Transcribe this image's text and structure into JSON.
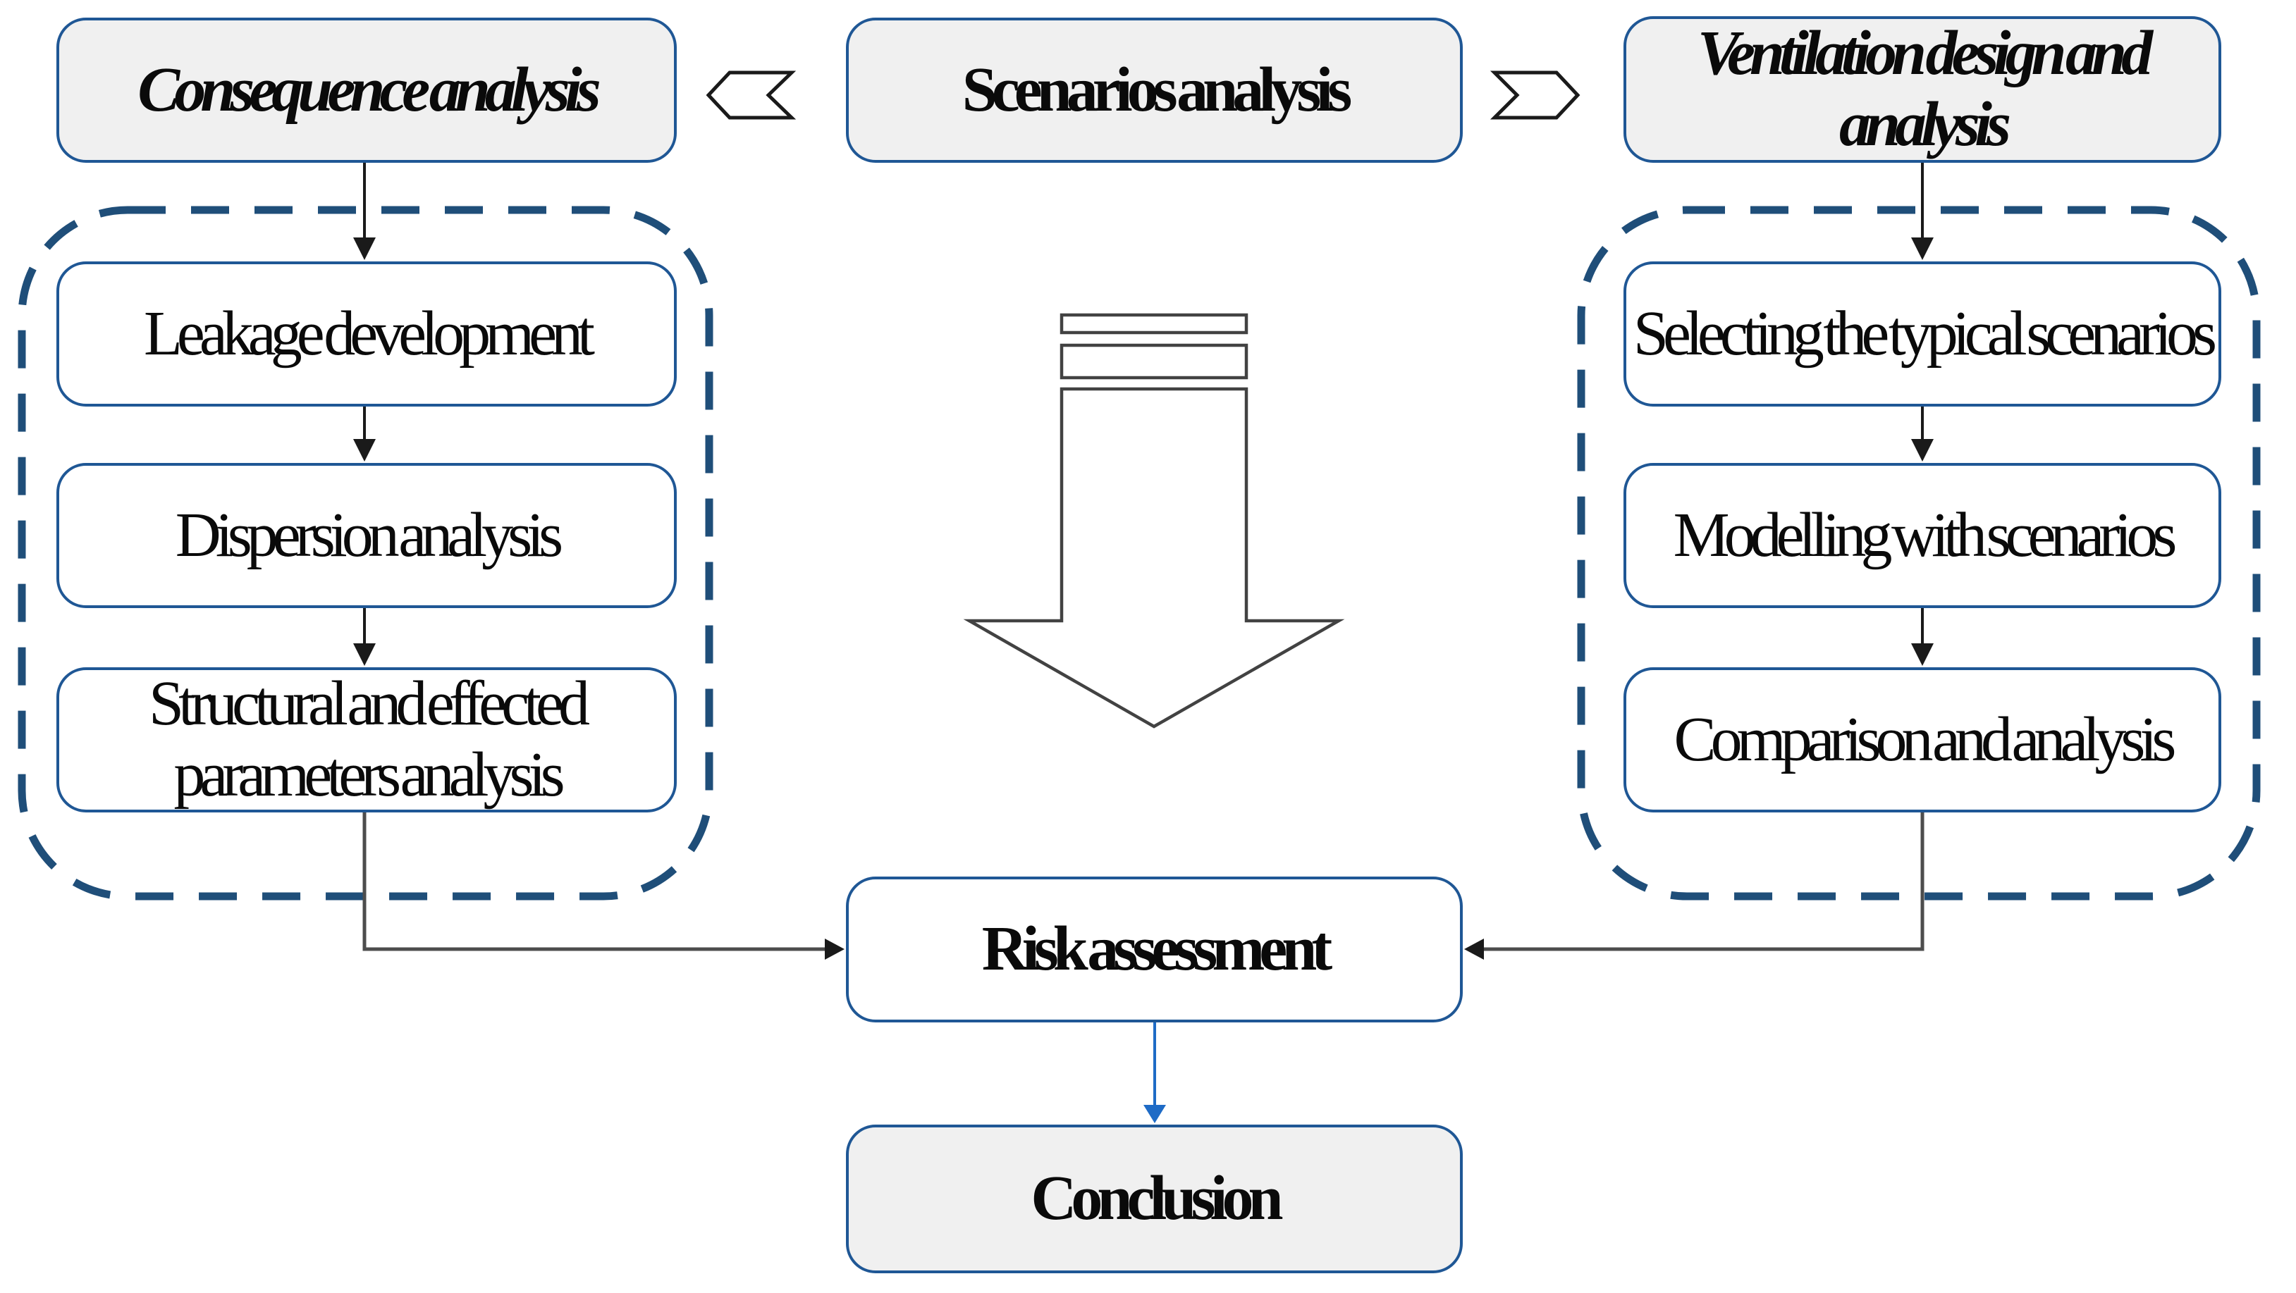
{
  "title": "Risk assessment workflow flowchart",
  "boxes": {
    "consequence": {
      "label": "Consequence analysis"
    },
    "scenarios": {
      "label": "Scenarios analysis"
    },
    "ventilation": {
      "label": "Ventilation design and analysis"
    },
    "leakage": {
      "label": "Leakage development"
    },
    "dispersion": {
      "label": "Dispersion analysis"
    },
    "structural": {
      "label": "Structural and effected parameters analysis"
    },
    "selecting": {
      "label": "Selecting the typical scenarios"
    },
    "modelling": {
      "label": "Modelling with scenarios"
    },
    "comparison": {
      "label": "Comparison and analysis"
    },
    "risk": {
      "label": "Risk assessment"
    },
    "conclusion": {
      "label": "Conclusion"
    }
  },
  "icons": {
    "left_chevron": "chevron-left-icon",
    "right_chevron": "chevron-right-icon",
    "center_arrow": "striped-down-arrow-icon"
  },
  "colors": {
    "box_border": "#1F5795",
    "dash_blue": "#1F4E79",
    "box_gray": "#F0F0F0",
    "line_dark": "#1a1a1a",
    "elbow_gray": "#4d4d4d",
    "stripe_gray": "#424242",
    "arrow_blue": "#1E6BC6"
  }
}
